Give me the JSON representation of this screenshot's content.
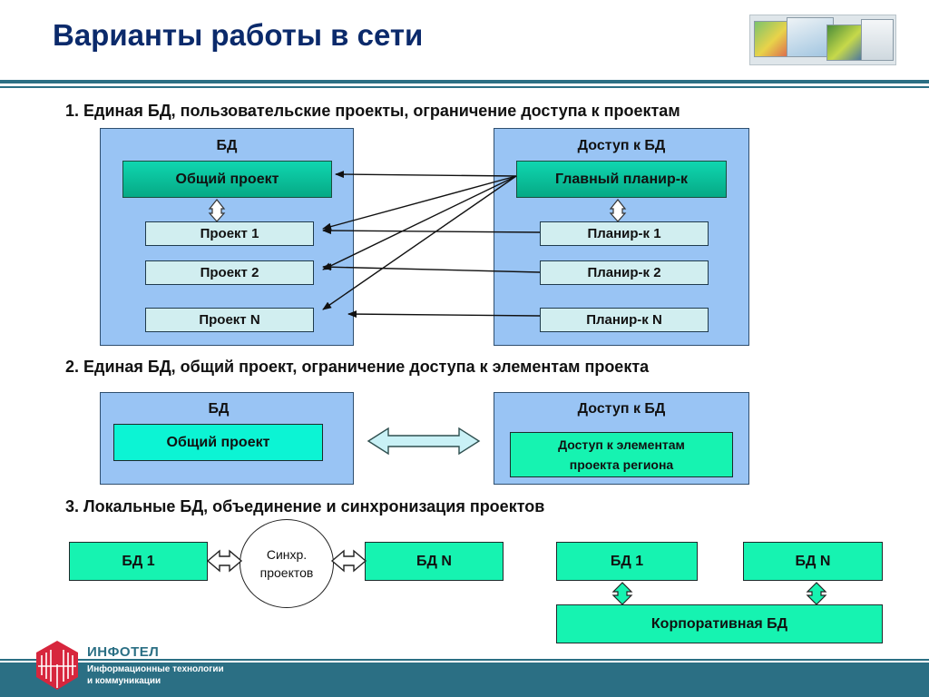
{
  "slide": {
    "title": "Варианты работы в сети"
  },
  "section1": {
    "heading": "1. Единая БД, пользовательские проекты, ограничение доступа к проектам",
    "left_panel_title": "БД",
    "right_panel_title": "Доступ к БД",
    "common_project": "Общий проект",
    "projects": [
      "Проект 1",
      "Проект 2",
      "Проект N"
    ],
    "main_planner": "Главный планир-к",
    "planners": [
      "Планир-к 1",
      "Планир-к 2",
      "Планир-к N"
    ]
  },
  "section2": {
    "heading": "2. Единая БД, общий проект, ограничение доступа к элементам проекта",
    "left_panel_title": "БД",
    "right_panel_title": "Доступ к БД",
    "common_project": "Общий проект",
    "element_access_line1": "Доступ к элементам",
    "element_access_line2": "проекта региона"
  },
  "section3": {
    "heading": "3. Локальные БД, объединение и синхронизация проектов",
    "db1": "БД 1",
    "dbn": "БД N",
    "sync_line1": "Синхр.",
    "sync_line2": "проектов",
    "db1_right": "БД 1",
    "dbn_right": "БД N",
    "corporate_db": "Корпоративная БД"
  },
  "footer": {
    "brand": "ИНФОТЕЛ",
    "subtitle_line1": "Информационные технологии",
    "subtitle_line2": "и коммуникации"
  },
  "colors": {
    "title": "#0b2a6b",
    "accent_bar": "#2b6f84",
    "panel": "#99c4f4",
    "green_box": "#16f3b1",
    "logo_red": "#d7263d"
  }
}
